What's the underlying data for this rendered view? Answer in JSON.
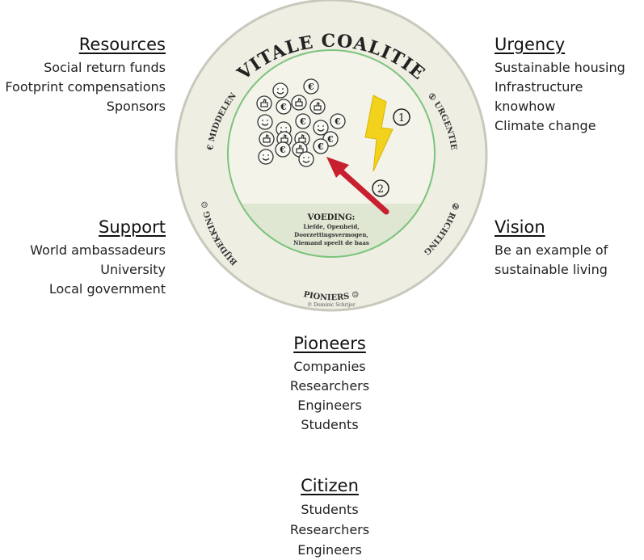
{
  "coaster": {
    "title": "VITALE COALITIE",
    "labels": {
      "left_top": "€ MIDDELEN",
      "right_top": "① URGENTIE",
      "right_bottom": "② RICHTING",
      "left_bottom": "BIJDEKKING ☺",
      "bottom": "PIONIERS ☺"
    },
    "voeding_title": "VOEDING:",
    "voeding_lines": [
      "Liefde, Openheid,",
      "Doorzettingsvermogen,",
      "Niemand speelt de baas"
    ],
    "copyright": "© Dominic Schrijer",
    "marker_1": "1",
    "marker_2": "2",
    "euro": "€"
  },
  "resources": {
    "heading": "Resources",
    "items": [
      "Social return funds",
      "Footprint compensations",
      "Sponsors"
    ]
  },
  "urgency": {
    "heading": "Urgency",
    "items": [
      "Sustainable housing",
      "Infrastructure knowhow",
      "Climate change"
    ]
  },
  "support": {
    "heading": "Support",
    "items": [
      "World ambassadeurs",
      "University",
      "Local government"
    ]
  },
  "vision": {
    "heading": "Vision",
    "items": [
      "Be an example of",
      "sustainable living"
    ]
  },
  "pioneers": {
    "heading": "Pioneers",
    "items": [
      "Companies",
      "Researchers",
      "Engineers",
      "Students"
    ]
  },
  "citizen": {
    "heading": "Citizen",
    "items": [
      "Students",
      "Researchers",
      "Engineers"
    ]
  },
  "colors": {
    "coaster_bg": "#efeee3",
    "coaster_edge": "#c9c8bd",
    "inner_ring": "#7cc47c",
    "bottom_band": "#dfe6d2",
    "lightning": "#f3d21d",
    "arrow": "#c8202e"
  }
}
